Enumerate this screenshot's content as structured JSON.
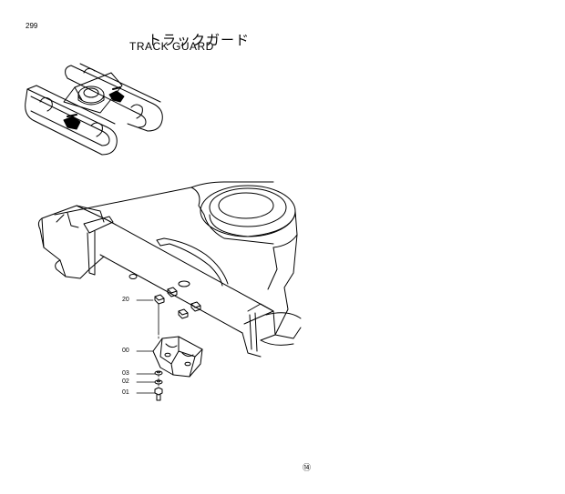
{
  "header": {
    "page_number": "299",
    "title_japanese": "トラックガード",
    "title_english": "TRACK  GUARD"
  },
  "callouts": [
    {
      "id": "20",
      "label": "20"
    },
    {
      "id": "00",
      "label": "00"
    },
    {
      "id": "03",
      "label": "03"
    },
    {
      "id": "02",
      "label": "02"
    },
    {
      "id": "01",
      "label": "01"
    }
  ],
  "footer": {
    "mark": "⑭"
  }
}
